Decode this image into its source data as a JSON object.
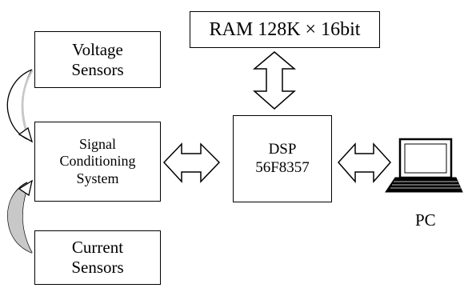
{
  "diagram": {
    "ram_label": "RAM 128K × 16bit",
    "voltage_label": "Voltage\nSensors",
    "signal_label": "Signal\nConditioning\nSystem",
    "dsp_label": "DSP\n56F8357",
    "current_label": "Current\nSensors",
    "pc_label": "PC"
  },
  "colors": {
    "line": "#000000",
    "box_fill": "#ffffff",
    "curved_arrow_fill": "#c8c8c8"
  },
  "icons": [
    "laptop-icon",
    "double-arrow-icon",
    "curved-arrow-icon"
  ]
}
